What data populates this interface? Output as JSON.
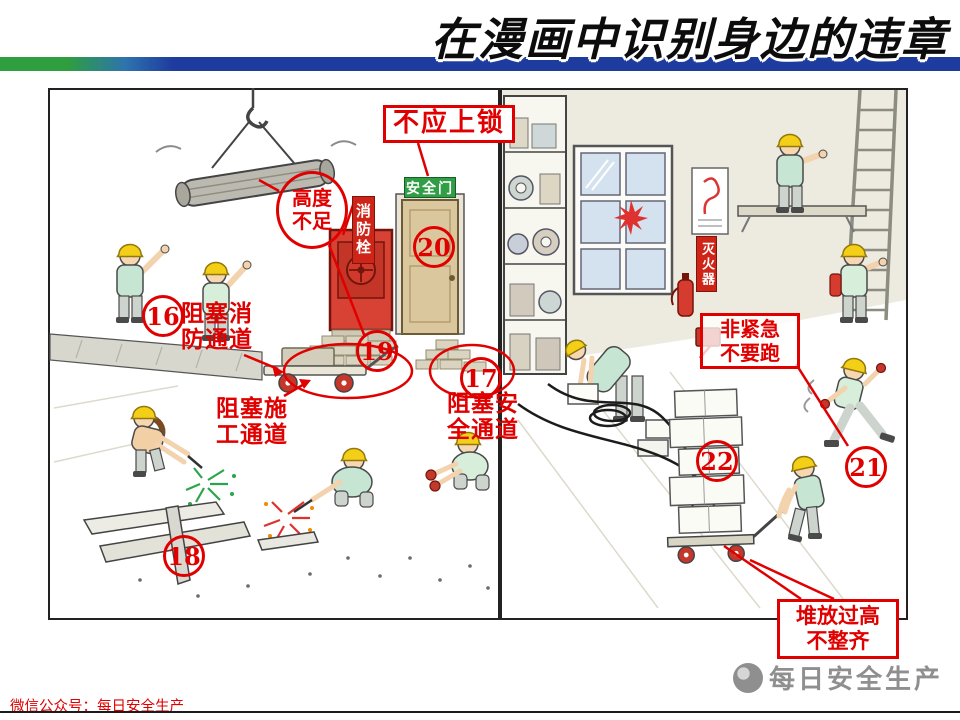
{
  "header": {
    "title": "在漫画中识别身边的违章"
  },
  "signs": {
    "safety_door": "安全门",
    "fire_hydrant": "消防栓",
    "fire_extinguisher": "灭火器"
  },
  "callouts": {
    "no_lock": "不应上锁",
    "height": {
      "line1": "高度",
      "line2": "不足"
    },
    "fire_passage": {
      "line1": "阻塞消",
      "line2": "防通道"
    },
    "work_passage": {
      "line1": "阻塞施",
      "line2": "工通道"
    },
    "safe_passage": {
      "line1": "阻塞安",
      "line2": "全通道"
    },
    "no_running": {
      "line1": "非紧急",
      "line2": "不要跑"
    },
    "stacking": {
      "line1": "堆放过高",
      "line2": "不整齐"
    }
  },
  "badges": {
    "n16": "16",
    "n17": "17",
    "n18": "18",
    "n19": "19",
    "n20": "20",
    "n21": "21",
    "n22": "22"
  },
  "footer": {
    "account": "微信公众号：每日安全生产",
    "watermark": "每日安全生产"
  }
}
